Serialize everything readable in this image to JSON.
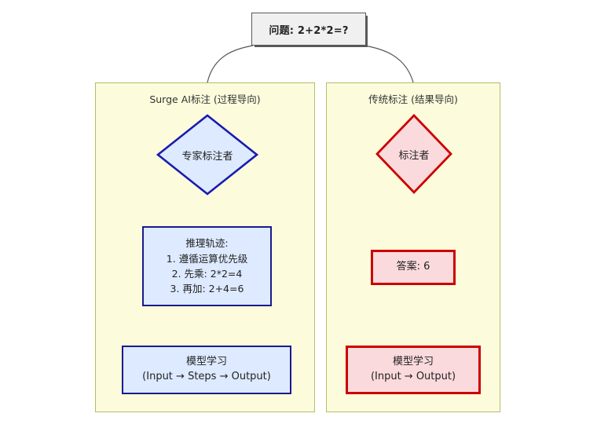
{
  "diagram": {
    "type": "flowchart",
    "question": {
      "label": "问题: 2+2*2=?"
    },
    "panels": [
      {
        "id": "surge",
        "title": "Surge AI标注 (过程导向)",
        "accent": "#1a1a8c",
        "fill": "#ddeaff",
        "nodes": {
          "actor": "专家标注者",
          "reasoning_title": "推理轨迹:",
          "reasoning_steps": [
            "1. 遵循运算优先级",
            "2. 先乘: 2*2=4",
            "3. 再加: 2+4=6"
          ],
          "outcome_title": "模型学习",
          "outcome_detail": "(Input → Steps → Output)"
        }
      },
      {
        "id": "traditional",
        "title": "传统标注 (结果导向)",
        "accent": "#cc0000",
        "fill": "#fadadd",
        "nodes": {
          "actor": "标注者",
          "answer": "答案: 6",
          "outcome_title": "模型学习",
          "outcome_detail": "(Input → Output)"
        }
      }
    ],
    "colors": {
      "panel_fill": "#fcfcdc",
      "panel_border": "#b5bd68",
      "question_fill": "#f0f0f0",
      "question_border": "#595959",
      "edge": "#555555"
    }
  }
}
